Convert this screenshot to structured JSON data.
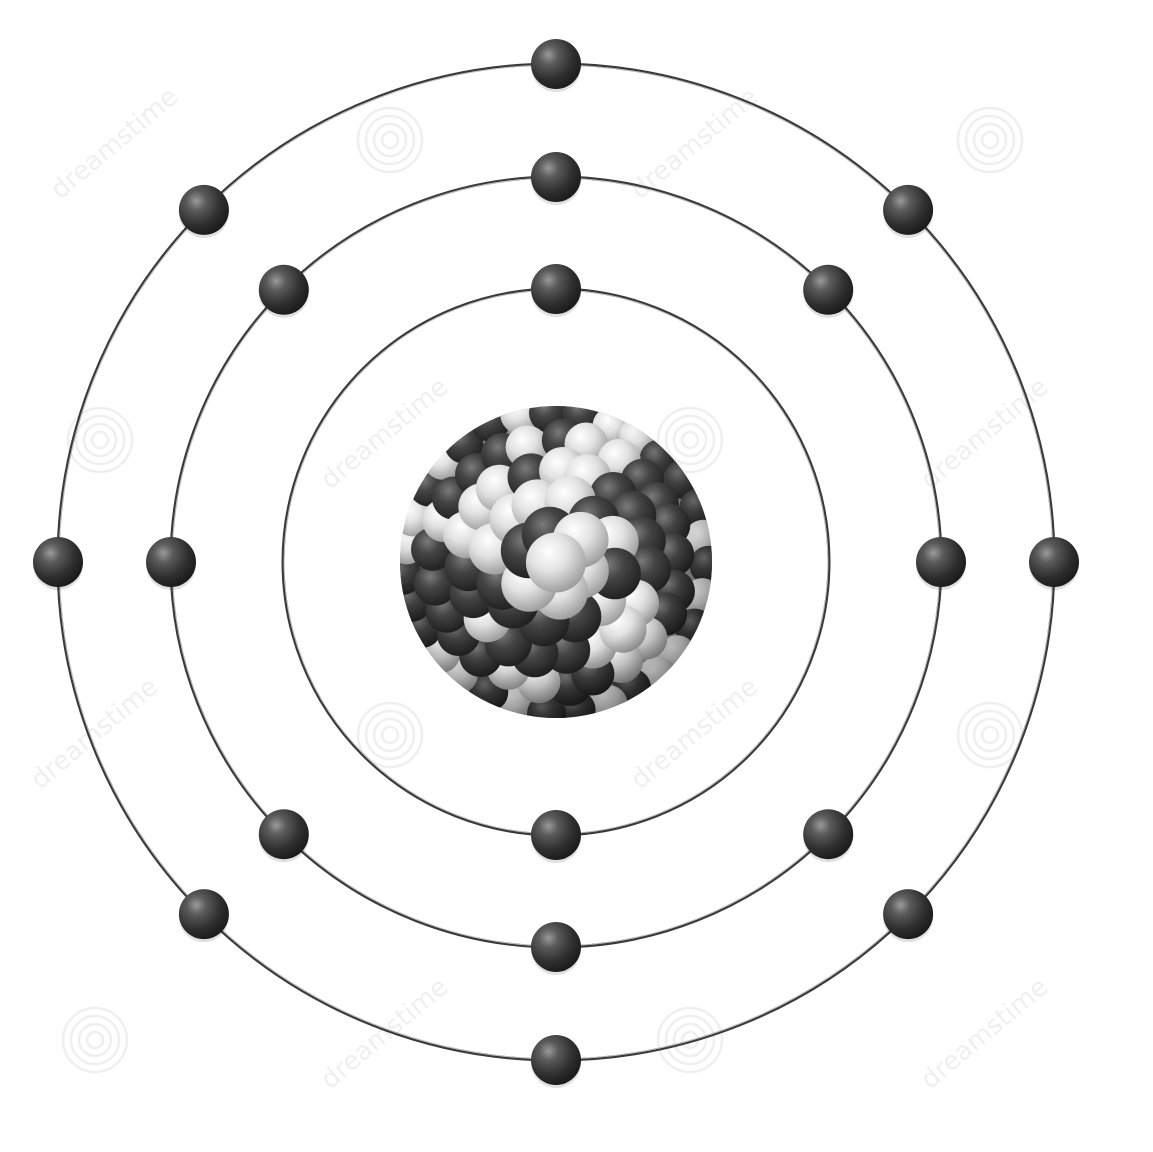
{
  "image": {
    "subject": "atom-model",
    "background_color": "#ffffff",
    "ring_color": "#3a3a3a",
    "ring_highlight_color": "#c8c8c8",
    "electron_color": "#3c3c3c",
    "nucleus_dark_color": "#3d3d3d",
    "nucleus_light_color": "#e4e4e4",
    "watermark_text": "dreamstime",
    "watermark_color": "#000000"
  },
  "atom": {
    "shells": [
      {
        "shell": 1,
        "electron_count": 2
      },
      {
        "shell": 2,
        "electron_count": 8
      },
      {
        "shell": 3,
        "electron_count": 8
      }
    ],
    "total_electrons": 18
  }
}
